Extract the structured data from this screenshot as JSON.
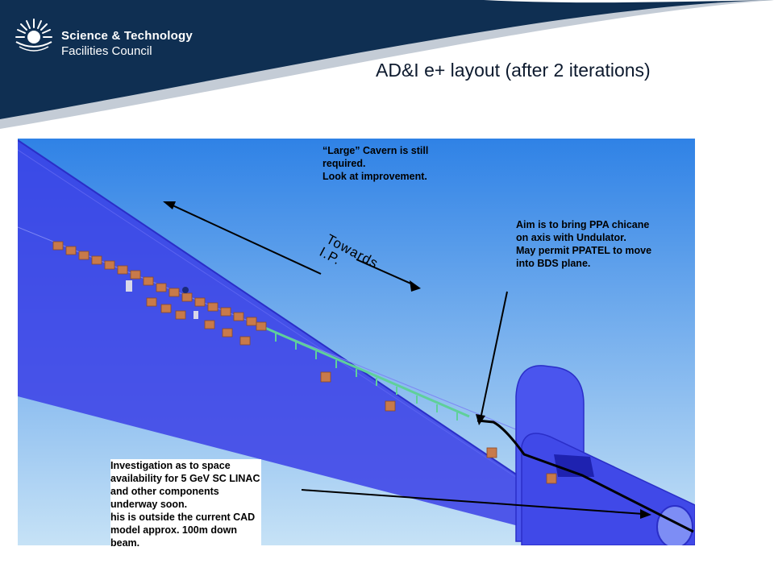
{
  "header": {
    "org_line1": "Science & Technology",
    "org_line2": "Facilities Council",
    "logo_icon": "sunburst-icon",
    "colors": {
      "banner": "#0f2f52",
      "accent": "#c4ccd6"
    }
  },
  "slide": {
    "title": "AD&I e+ layout (after 2 iterations)"
  },
  "annotations": {
    "cavern": "“Large” Cavern is still\nrequired.\nLook at improvement.",
    "chicane": "Aim is to bring PPA chicane\non axis with Undulator.\nMay permit PPATEL to  move\ninto BDS plane.",
    "investigation": "Investigation as to space\navailability for 5 GeV SC LINAC\nand other  components\nunderway soon.\nhis is outside the current CAD\nmodel approx. 100m down\nbeam.",
    "towards": "Towards\nI.P."
  },
  "colors": {
    "background_top": "#2f82e6",
    "background_bottom": "#c6e2f6",
    "tunnel": "#3a3ee0",
    "magnets": "#c87a4a",
    "beamline": "#5fd09a"
  }
}
